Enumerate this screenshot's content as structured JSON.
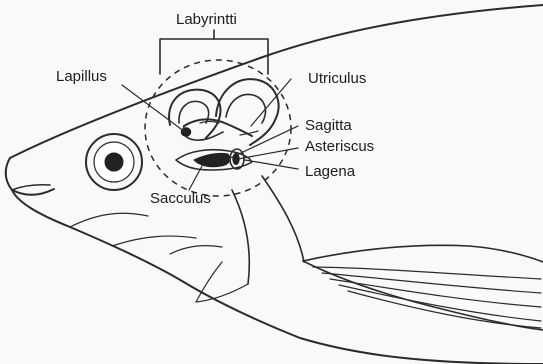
{
  "diagram": {
    "title": "Labyrintti",
    "labels": {
      "lapillus": "Lapillus",
      "utriculus": "Utriculus",
      "sagitta": "Sagitta",
      "asteriscus": "Asteriscus",
      "lagena": "Lagena",
      "sacculus": "Sacculus"
    }
  }
}
